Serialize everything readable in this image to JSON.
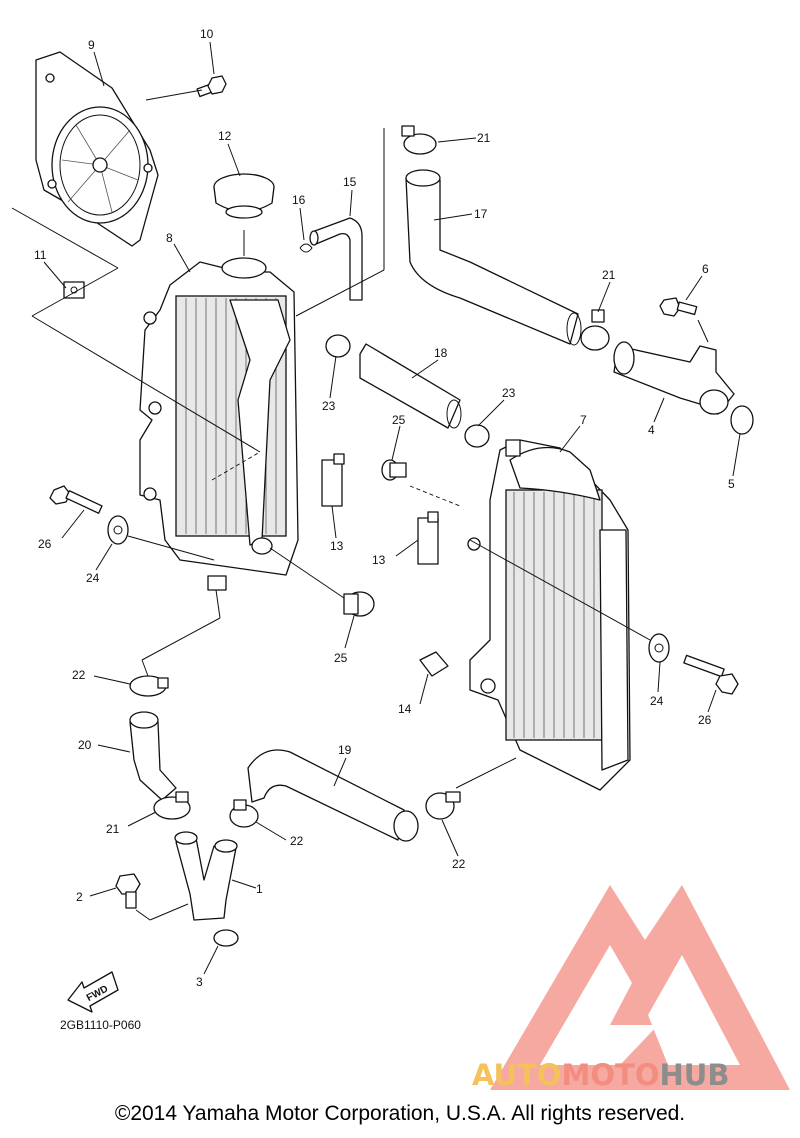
{
  "diagram": {
    "callouts": [
      {
        "id": "c9",
        "label": "9"
      },
      {
        "id": "c10",
        "label": "10"
      },
      {
        "id": "c12",
        "label": "12"
      },
      {
        "id": "c15",
        "label": "15"
      },
      {
        "id": "c16",
        "label": "16"
      },
      {
        "id": "c21a",
        "label": "21"
      },
      {
        "id": "c17",
        "label": "17"
      },
      {
        "id": "c8",
        "label": "8"
      },
      {
        "id": "c11",
        "label": "11"
      },
      {
        "id": "c21b",
        "label": "21"
      },
      {
        "id": "c6",
        "label": "6"
      },
      {
        "id": "c18",
        "label": "18"
      },
      {
        "id": "c23a",
        "label": "23"
      },
      {
        "id": "c23b",
        "label": "23"
      },
      {
        "id": "c25a",
        "label": "25"
      },
      {
        "id": "c7",
        "label": "7"
      },
      {
        "id": "c4",
        "label": "4"
      },
      {
        "id": "c5",
        "label": "5"
      },
      {
        "id": "c26a",
        "label": "26"
      },
      {
        "id": "c24a",
        "label": "24"
      },
      {
        "id": "c13a",
        "label": "13"
      },
      {
        "id": "c13b",
        "label": "13"
      },
      {
        "id": "c25b",
        "label": "25"
      },
      {
        "id": "c22a",
        "label": "22"
      },
      {
        "id": "c14",
        "label": "14"
      },
      {
        "id": "c24b",
        "label": "24"
      },
      {
        "id": "c26b",
        "label": "26"
      },
      {
        "id": "c20",
        "label": "20"
      },
      {
        "id": "c19",
        "label": "19"
      },
      {
        "id": "c21c",
        "label": "21"
      },
      {
        "id": "c22b",
        "label": "22"
      },
      {
        "id": "c22c",
        "label": "22"
      },
      {
        "id": "c1",
        "label": "1"
      },
      {
        "id": "c2",
        "label": "2"
      },
      {
        "id": "c3",
        "label": "3"
      }
    ],
    "fwd_label": "FWD",
    "diagram_code": "2GB1110-P060"
  },
  "watermark": {
    "auto": "AUTO",
    "moto": "MOTO",
    "hub": "HUB",
    "colors": {
      "auto": "#f5c15a",
      "moto": "#f28d80",
      "hub": "#8d8d8d",
      "triangle": "#f39a90"
    }
  },
  "footer": {
    "copyright": "©2014 Yamaha Motor Corporation, U.S.A. All rights reserved."
  }
}
